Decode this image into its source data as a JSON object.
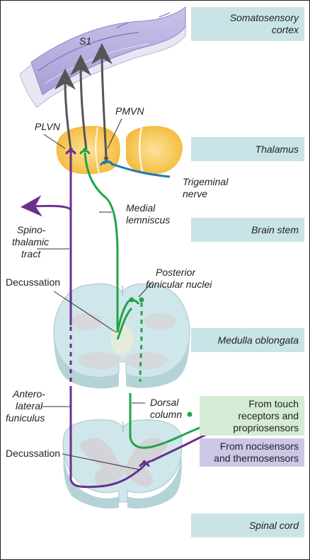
{
  "labels": {
    "somatosensory_cortex": [
      "Somatosensory",
      "cortex"
    ],
    "s1": "S1",
    "plvn": "PLVN",
    "pmvn": "PMVN",
    "thalamus": "Thalamus",
    "trigeminal_nerve": [
      "Trigeminal",
      "nerve"
    ],
    "medial_lemniscus": [
      "Medial",
      "lemniscus"
    ],
    "spinothalamic_tract": [
      "Spino-",
      "thalamic",
      "tract"
    ],
    "brain_stem": "Brain stem",
    "decussation_upper": "Decussation",
    "posterior_funicular_nuclei": [
      "Posterior",
      "funicular nuclei"
    ],
    "medulla_oblongata": "Medulla oblongata",
    "anterolateral_funiculus": [
      "Antero-",
      "lateral",
      "funiculus"
    ],
    "dorsal_column": [
      "Dorsal",
      "column"
    ],
    "from_touch": [
      "From touch",
      "receptors and",
      "propriosensors"
    ],
    "decussation_lower": "Decussation",
    "from_noci": [
      "From nocisensors",
      "and thermosensors"
    ],
    "spinal_cord": "Spinal cord"
  },
  "colors": {
    "purple_tract": "#6a2f8f",
    "green_tract": "#22a34a",
    "blue_nerve": "#1b79b8",
    "gray_arrow": "#555555",
    "teal_box": "#c9e4e7",
    "green_box": "#d4ebd4",
    "lavender_box": "#cdc6e6",
    "thalamus_yellow": "#f5c24a",
    "tissue_blue": "#cfe6ea"
  }
}
